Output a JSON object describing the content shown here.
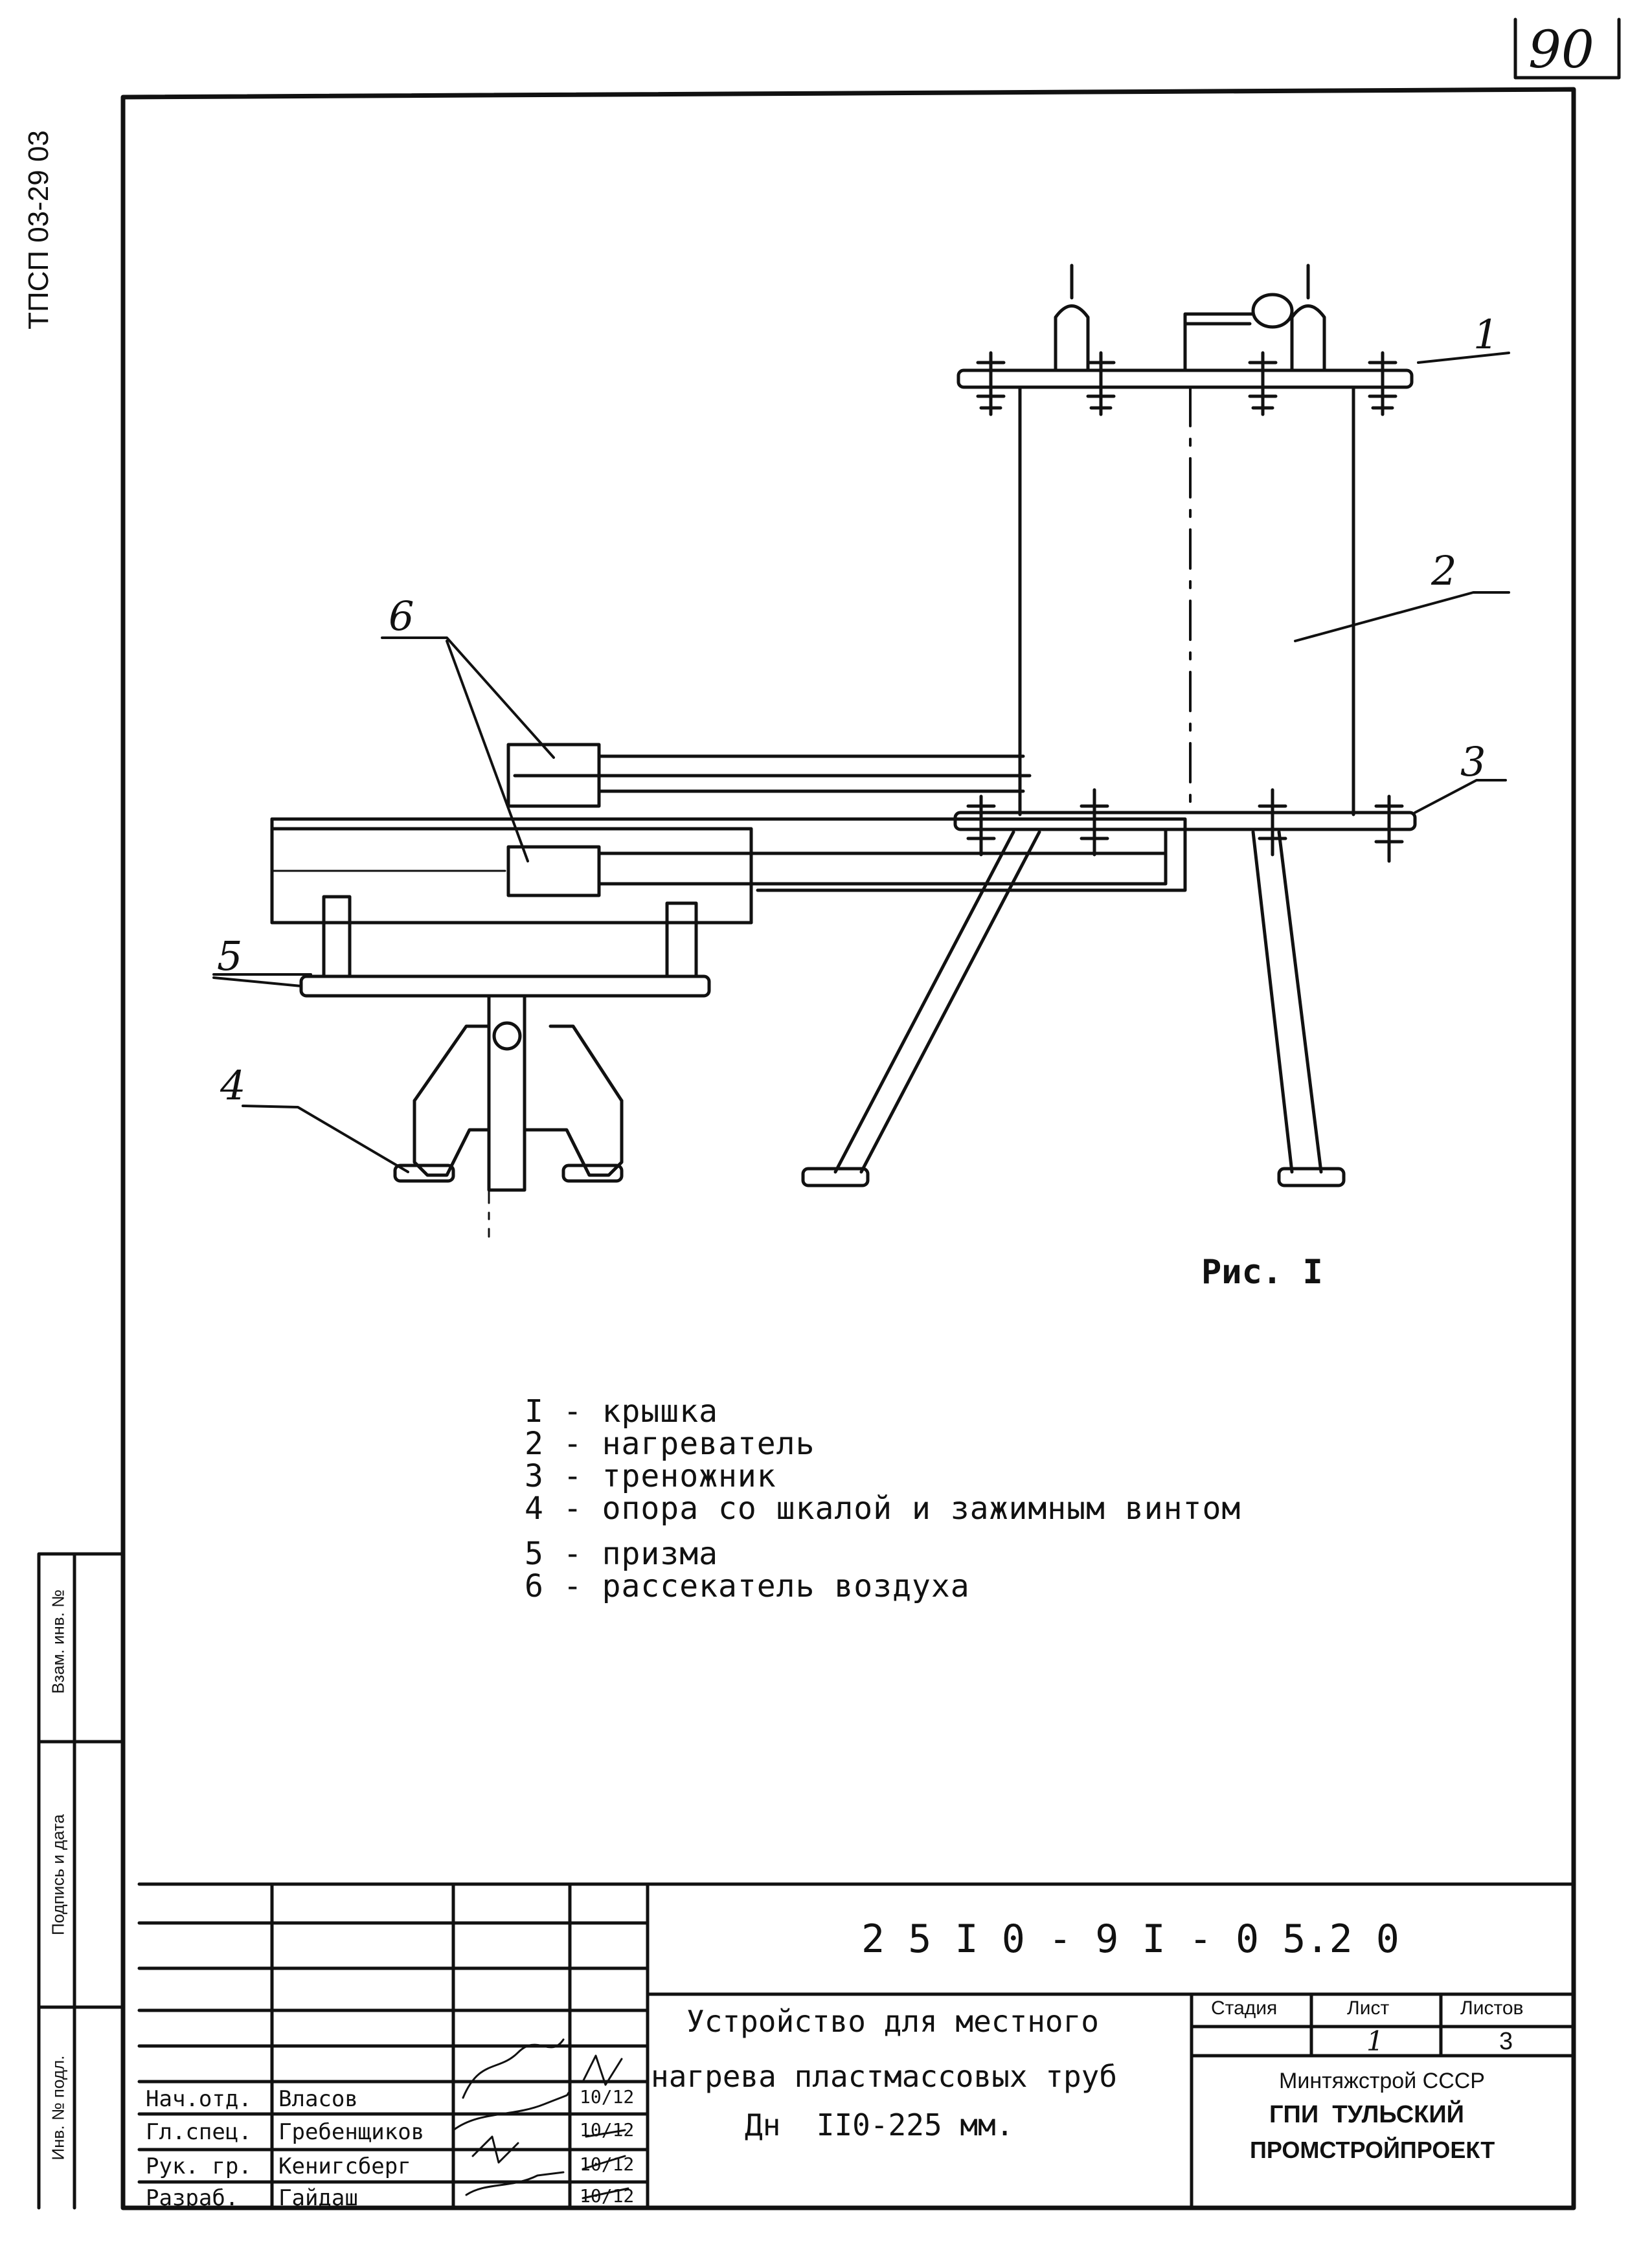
{
  "sheet_number": "90",
  "side_code": "ТПСП 03-29 03",
  "legend_items": [
    "I - крышка",
    "2 - нагреватель",
    "3 - треножник",
    "4 - опора со шкалой и зажимным винтом",
    "5 - призма",
    "6 - рассекатель воздуха"
  ],
  "figure_caption": "Рис. I",
  "callouts": [
    "1",
    "2",
    "3",
    "4",
    "5",
    "6"
  ],
  "title_block": {
    "document_code": "2 5 I 0 - 9 I - 0 5.2 0",
    "title_lines": [
      "Устройство для местного",
      "нагрева пластмассовых труб",
      "Дн  II0-225 мм."
    ],
    "stage_header": "Стадия",
    "sheet_header": "Лист",
    "sheets_header": "Листов",
    "sheet_value": "1",
    "sheets_value": "3",
    "organization_lines": [
      "Минтяжстрой СССР",
      "ГПИ  ТУЛЬСКИЙ",
      "ПРОМСТРОЙПРОЕКТ"
    ],
    "signatures": [
      {
        "role": "Нач.отд.",
        "name": "Власов",
        "date": "10/12"
      },
      {
        "role": "Гл.спец.",
        "name": "Гребенщиков",
        "date": "10/12"
      },
      {
        "role": "Рук. гр.",
        "name": "Кенигсберг",
        "date": "10/12"
      },
      {
        "role": "Разраб.",
        "name": "Гайдаш",
        "date": "10/12"
      }
    ]
  },
  "side_stamp_labels": [
    "Взам. инв. №",
    "Подпись и дата",
    "Инв. № подл."
  ]
}
